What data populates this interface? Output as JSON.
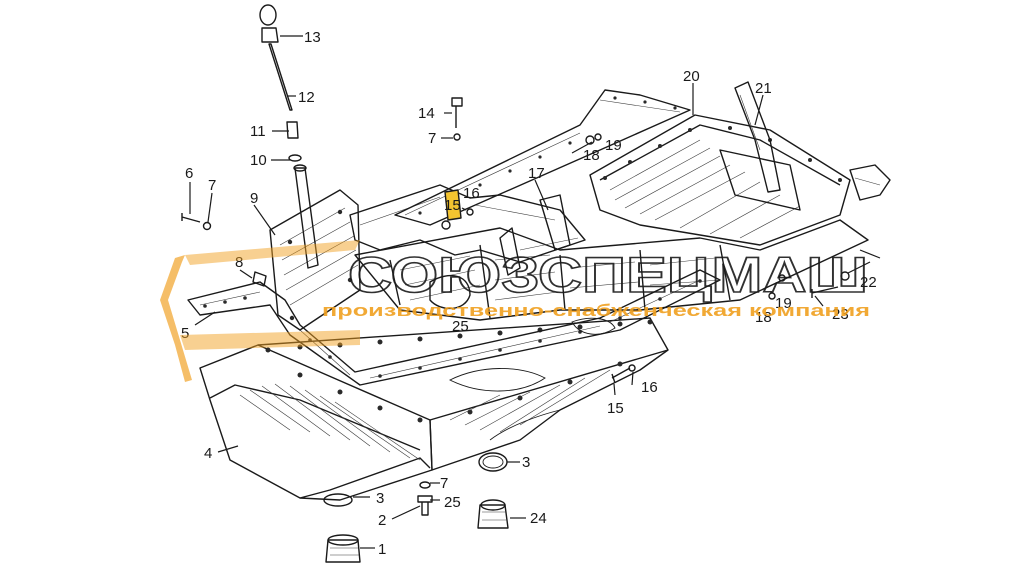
{
  "diagram": {
    "callouts": [
      {
        "id": "c13",
        "label": "13"
      },
      {
        "id": "c12",
        "label": "12"
      },
      {
        "id": "c11",
        "label": "11"
      },
      {
        "id": "c10",
        "label": "10"
      },
      {
        "id": "c14",
        "label": "14"
      },
      {
        "id": "c7a",
        "label": "7"
      },
      {
        "id": "c18a",
        "label": "18"
      },
      {
        "id": "c19a",
        "label": "19"
      },
      {
        "id": "c20",
        "label": "20"
      },
      {
        "id": "c21",
        "label": "21"
      },
      {
        "id": "c6",
        "label": "6"
      },
      {
        "id": "c7b",
        "label": "7"
      },
      {
        "id": "c9",
        "label": "9"
      },
      {
        "id": "c15a",
        "label": "15"
      },
      {
        "id": "c16a",
        "label": "16"
      },
      {
        "id": "c17",
        "label": "17"
      },
      {
        "id": "c8",
        "label": "8"
      },
      {
        "id": "c5",
        "label": "5"
      },
      {
        "id": "c25a",
        "label": "25"
      },
      {
        "id": "c22",
        "label": "22"
      },
      {
        "id": "c19b",
        "label": "19"
      },
      {
        "id": "c18b",
        "label": "18"
      },
      {
        "id": "c23",
        "label": "23"
      },
      {
        "id": "c16b",
        "label": "16"
      },
      {
        "id": "c15b",
        "label": "15"
      },
      {
        "id": "c4",
        "label": "4"
      },
      {
        "id": "c3a",
        "label": "3"
      },
      {
        "id": "c7c",
        "label": "7"
      },
      {
        "id": "c25b",
        "label": "25"
      },
      {
        "id": "c3b",
        "label": "3"
      },
      {
        "id": "c2",
        "label": "2"
      },
      {
        "id": "c24",
        "label": "24"
      },
      {
        "id": "c1",
        "label": "1"
      }
    ]
  },
  "watermark": {
    "brand": "СОЮЗСПЕЦМАШ",
    "tagline": "производственно-снабженческая компания",
    "color": "#f0a020"
  }
}
